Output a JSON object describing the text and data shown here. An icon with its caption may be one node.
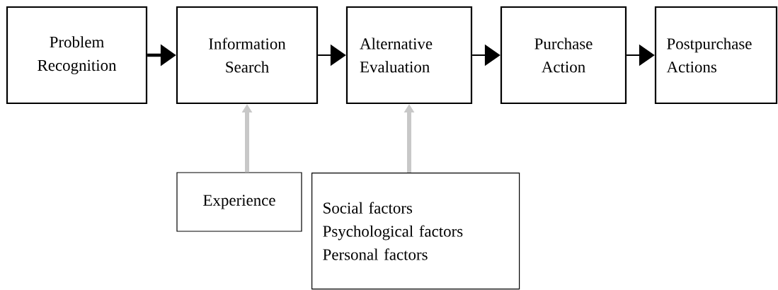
{
  "diagram": {
    "nodes": [
      {
        "text": [
          "Problem Recognition"
        ]
      },
      {
        "text": [
          "Information Search"
        ]
      },
      {
        "text": [
          "Alternative Evaluation"
        ]
      },
      {
        "text": [
          "Purchase Action"
        ]
      },
      {
        "text": [
          "Postpurchase Actions"
        ]
      },
      {
        "text": [
          "Experience"
        ]
      },
      {
        "text": [
          "Social factors",
          "Psychological factors",
          "Personal factors"
        ]
      }
    ],
    "edges": [
      {
        "from": 0,
        "to": 1,
        "arrow": "to",
        "style": "thick"
      },
      {
        "from": 1,
        "to": 2,
        "arrow": "to"
      },
      {
        "from": 2,
        "to": 3,
        "arrow": "to"
      },
      {
        "from": 3,
        "to": 4,
        "arrow": "to"
      },
      {
        "from": 5,
        "to": 1,
        "arrow": "to",
        "style": "thick",
        "color": "#c8c8c8"
      },
      {
        "from": 6,
        "to": 2,
        "arrow": "to",
        "style": "thick",
        "color": "#c8c8c8"
      }
    ]
  }
}
